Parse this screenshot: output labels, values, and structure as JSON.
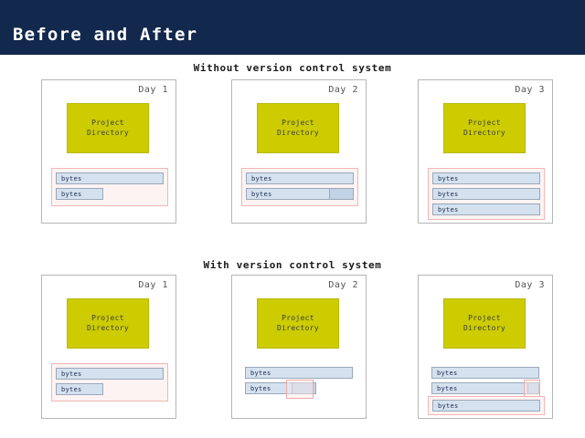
{
  "header": {
    "title": "Before and After",
    "background": "#12284c",
    "text_color": "#ffffff"
  },
  "colors": {
    "project_directory": "#cccc00",
    "byte_bar": "#d4e2f0",
    "byte_bar_border": "#9aa8b8",
    "highlight_pink": "#f2b6b6",
    "header_navy": "#12284c"
  },
  "sections": [
    {
      "id": "without-vcs",
      "title": "Without version control system",
      "cards": [
        {
          "day_label": "Day 1",
          "directory": {
            "line1": "Project",
            "line2": "Directory"
          },
          "group_highlight": true,
          "bars": [
            {
              "label": "bytes",
              "width": "full",
              "delta": false,
              "delta_box": false
            },
            {
              "label": "bytes",
              "width": "short",
              "delta": false,
              "delta_box": false
            }
          ]
        },
        {
          "day_label": "Day 2",
          "directory": {
            "line1": "Project",
            "line2": "Directory"
          },
          "group_highlight": true,
          "bars": [
            {
              "label": "bytes",
              "width": "full",
              "delta": false,
              "delta_box": false
            },
            {
              "label": "bytes",
              "width": "full",
              "delta": true,
              "delta_box": false
            }
          ]
        },
        {
          "day_label": "Day 3",
          "directory": {
            "line1": "Project",
            "line2": "Directory"
          },
          "group_highlight": true,
          "bars": [
            {
              "label": "bytes",
              "width": "full",
              "delta": false,
              "delta_box": false
            },
            {
              "label": "bytes",
              "width": "full",
              "delta": false,
              "delta_box": false
            },
            {
              "label": "bytes",
              "width": "full",
              "delta": false,
              "delta_box": false
            }
          ]
        }
      ]
    },
    {
      "id": "with-vcs",
      "title": "With version control system",
      "cards": [
        {
          "day_label": "Day 1",
          "directory": {
            "line1": "Project",
            "line2": "Directory"
          },
          "group_highlight": true,
          "bars": [
            {
              "label": "bytes",
              "width": "full",
              "delta": false,
              "delta_box": false
            },
            {
              "label": "bytes",
              "width": "short",
              "delta": false,
              "delta_box": false
            }
          ]
        },
        {
          "day_label": "Day 2",
          "directory": {
            "line1": "Project",
            "line2": "Directory"
          },
          "group_highlight": false,
          "bars": [
            {
              "label": "bytes",
              "width": "full",
              "delta": false,
              "delta_box": false
            },
            {
              "label": "bytes",
              "width": "mid",
              "delta": true,
              "delta_box": true
            }
          ]
        },
        {
          "day_label": "Day 3",
          "directory": {
            "line1": "Project",
            "line2": "Directory"
          },
          "group_highlight": false,
          "bars": [
            {
              "label": "bytes",
              "width": "full",
              "delta": false,
              "delta_box": false
            },
            {
              "label": "bytes",
              "width": "full",
              "delta": true,
              "delta_box": true
            },
            {
              "label": "bytes",
              "width": "full",
              "delta": false,
              "delta_box": false,
              "wrapped": true
            }
          ]
        }
      ]
    }
  ]
}
